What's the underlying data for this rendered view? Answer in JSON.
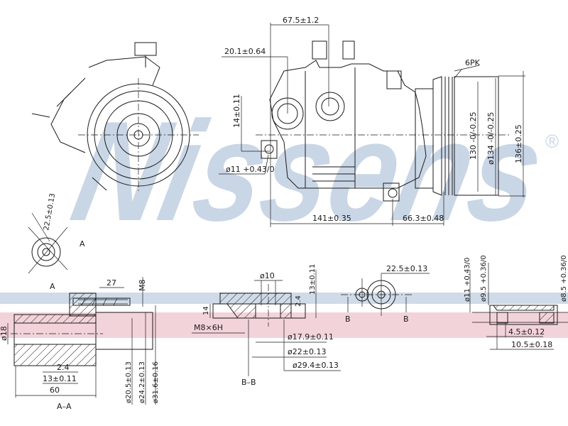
{
  "watermark": {
    "text": "Nissens",
    "registered": "®",
    "color": "#c9d6e6"
  },
  "bands": {
    "blue": "#cfdbe8",
    "pink": "#f3d3da"
  },
  "top_view": {
    "overall_width": "67.5±1.2",
    "port_offset": "20.1±0.64",
    "mount_height": "14±0.11",
    "hole_dia": "ø11 +0.43/0",
    "belt": "6PK",
    "pulley_dia_1": "130 -0/-0.25",
    "pulley_dia_2": "ø134 -0/-0.25",
    "pulley_dia_3": "136±0.25",
    "length": "141±0.35",
    "pulley_offset": "66.3±0.48"
  },
  "front_view": {
    "angle": "22.5±0.13",
    "section_mark": "A"
  },
  "section_aa": {
    "title": "A–A",
    "thread": "M8",
    "depth": "27",
    "bore": "ø18",
    "step": "2.4",
    "offset": "13±0.11",
    "length": "60",
    "dia_1": "ø20.5±0.13",
    "dia_2": "ø24.2±0.13",
    "dia_3": "ø31.6±0.16"
  },
  "section_bb": {
    "title": "B–B",
    "hole": "ø10",
    "height": "13±0.11",
    "step": "2.4",
    "thickness": "14",
    "thread": "M8×6H",
    "dia_1": "ø17.9±0.11",
    "dia_2": "ø22±0.13",
    "dia_3": "ø29.4±0.13"
  },
  "port_view": {
    "angle": "22.5±0.13",
    "mark_left": "B",
    "mark_right": "B"
  },
  "pipe_detail": {
    "dia_1": "ø11 +0.43/0",
    "dia_2": "ø9.5 +0.36/0",
    "dia_3": "ø8.5 +0.36/0",
    "len_1": "4.5±0.12",
    "len_2": "10.5±0.18"
  }
}
